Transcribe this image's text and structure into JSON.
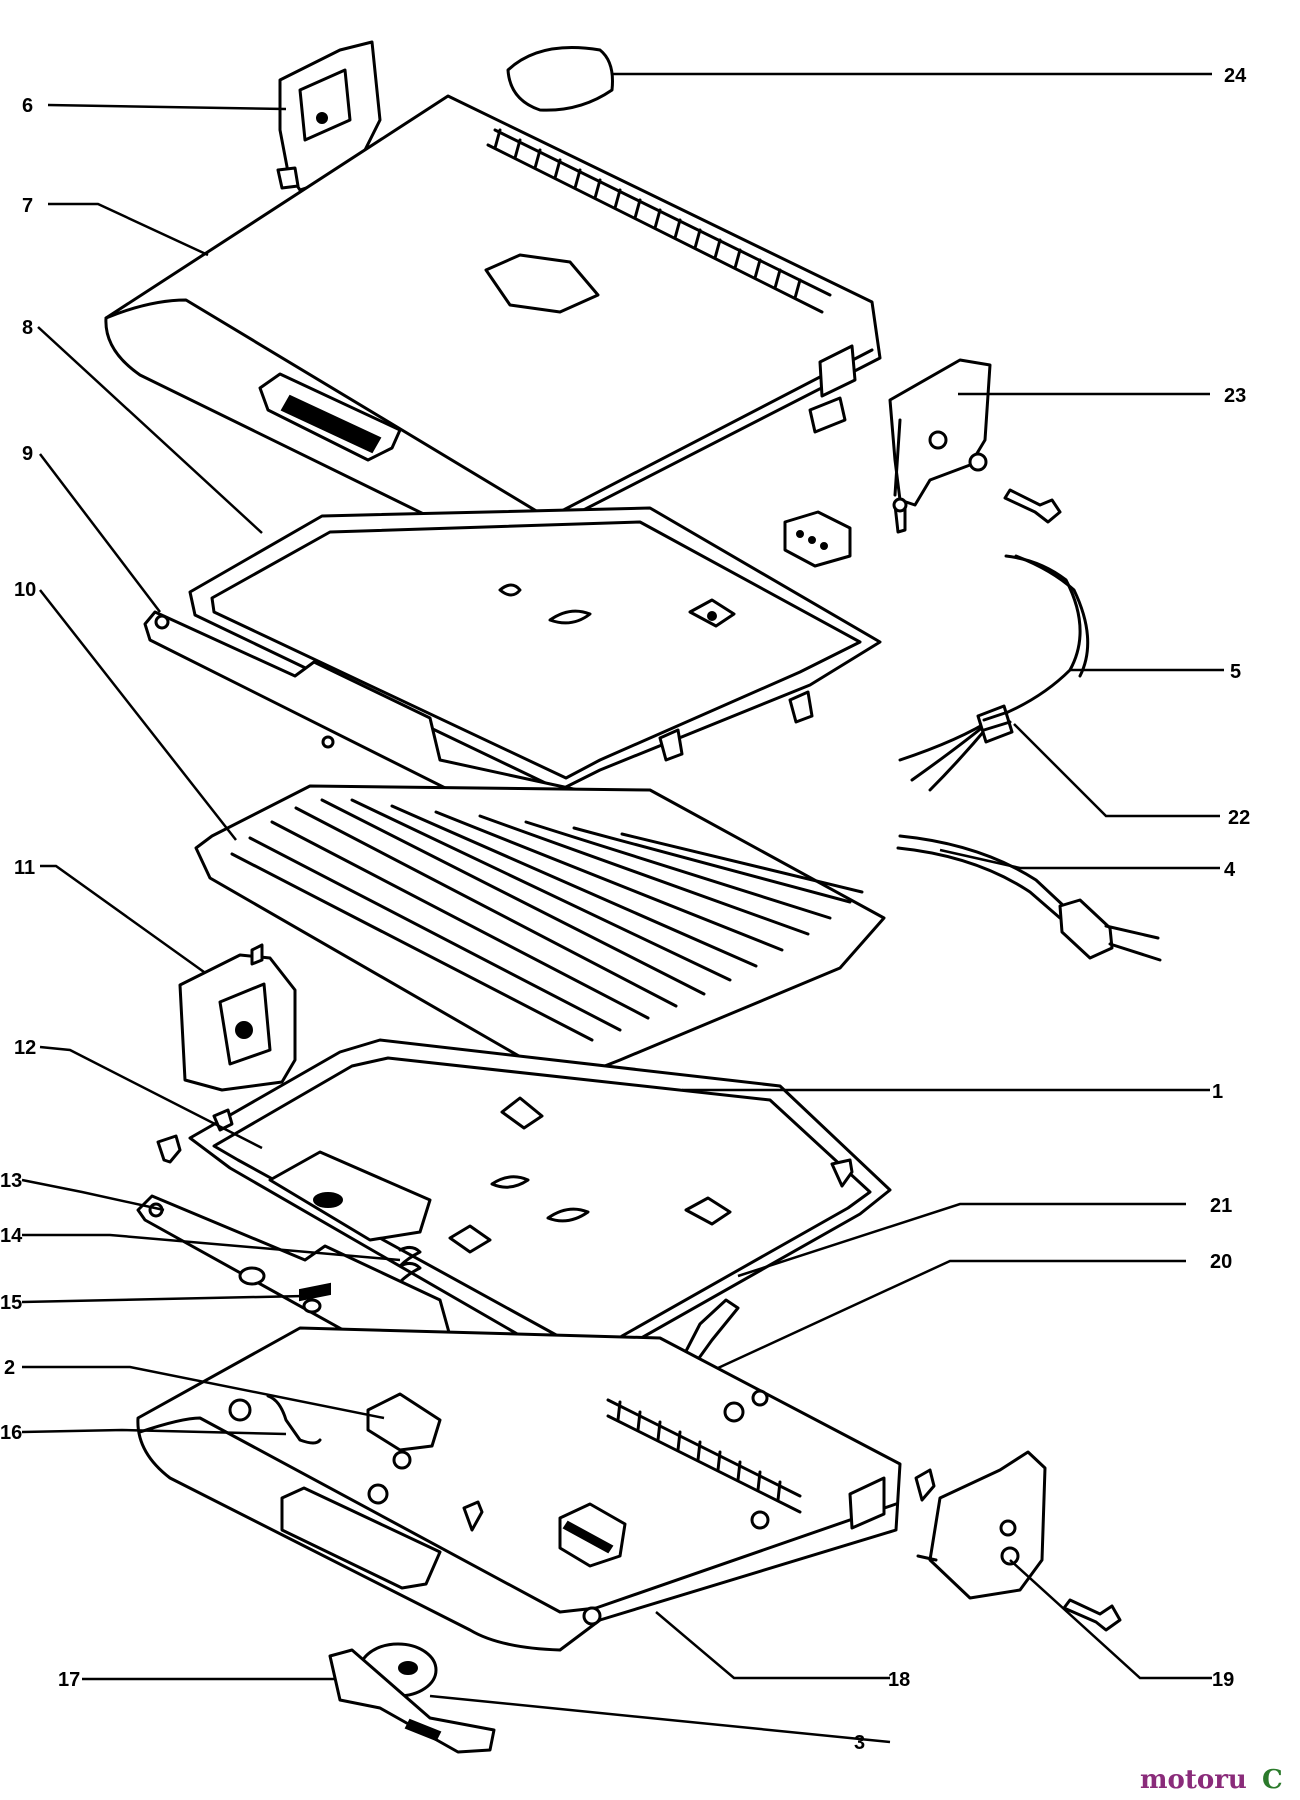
{
  "callouts": {
    "c1": "1",
    "c2": "2",
    "c3": "3",
    "c4": "4",
    "c5": "5",
    "c6": "6",
    "c7": "7",
    "c8": "8",
    "c9": "9",
    "c10": "10",
    "c11": "11",
    "c12": "12",
    "c13": "13",
    "c14": "14",
    "c15": "15",
    "c16": "16",
    "c17": "17",
    "c18": "18",
    "c19": "19",
    "c20": "20",
    "c21": "21",
    "c22": "22",
    "c23": "23",
    "c24": "24"
  },
  "watermark": {
    "part1": "motoru",
    "part2": "C"
  }
}
